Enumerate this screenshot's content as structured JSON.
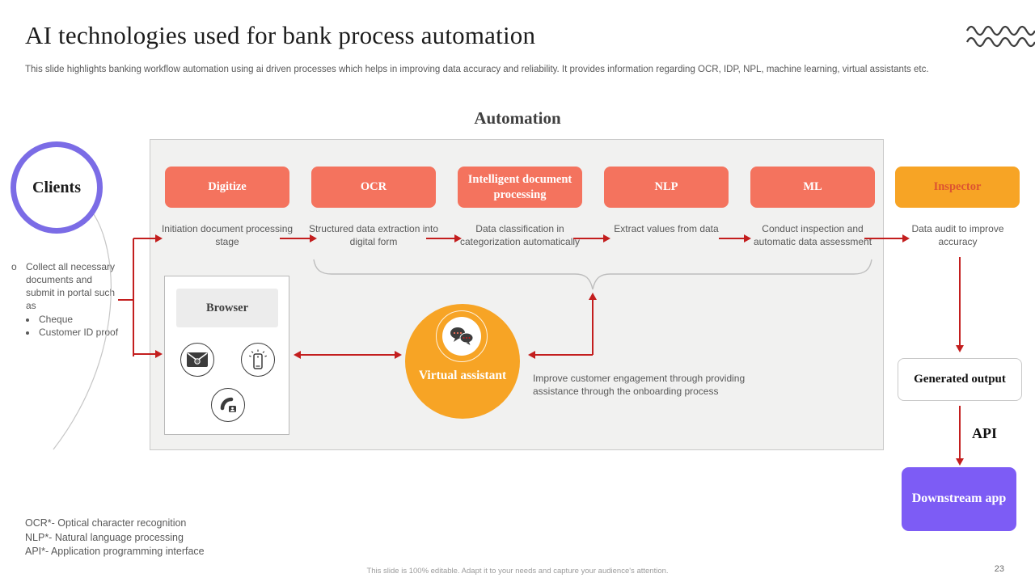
{
  "slide": {
    "title": "AI technologies used for bank process automation",
    "subtitle": "This slide highlights banking workflow automation using ai driven processes which helps in improving data accuracy and reliability. It provides information regarding OCR, IDP, NPL, machine learning, virtual assistants etc.",
    "footer": "This slide is 100% editable.  Adapt it to your needs and capture your audience's attention.",
    "page_number": "23"
  },
  "diagram": {
    "heading": "Automation",
    "clients": {
      "label": "Clients",
      "note": "Collect all necessary documents and submit in portal such as",
      "note_items": [
        "Cheque",
        "Customer ID proof"
      ]
    },
    "stages": [
      {
        "label": "Digitize",
        "description": "Initiation document processing stage",
        "color": "#f4735e"
      },
      {
        "label": "OCR",
        "description": "Structured data extraction into digital form",
        "color": "#f4735e"
      },
      {
        "label": "Intelligent document processing",
        "description": "Data classification in categorization automatically",
        "color": "#f4735e"
      },
      {
        "label": "NLP",
        "description": "Extract values from data",
        "color": "#f4735e"
      },
      {
        "label": "ML",
        "description": "Conduct inspection and automatic data assessment",
        "color": "#f4735e"
      }
    ],
    "inspector": {
      "label": "Inspector",
      "description": "Data audit to improve  accuracy",
      "color": "#f7a425"
    },
    "browser": {
      "label": "Browser",
      "icons": [
        "email-icon",
        "mobile-notification-icon",
        "phone-contact-icon"
      ]
    },
    "virtual_assistant": {
      "label": "Virtual assistant",
      "caption": "Improve  customer engagement  through  providing assistance through  the onboarding  process",
      "color": "#f7a425"
    },
    "generated_output": {
      "label": "Generated output"
    },
    "api_label": "API",
    "downstream_app": {
      "label": "Downstream app",
      "color": "#7d5cf5"
    }
  },
  "footnotes": [
    "OCR*- Optical character recognition",
    "NLP*- Natural language  processing",
    "API*- Application  programming interface"
  ],
  "colors": {
    "stage_fill": "#f4735e",
    "accent_orange": "#f7a425",
    "accent_purple": "#7d5cf5",
    "clients_ring": "#7b6ce6",
    "arrow_red": "#c31e1e",
    "panel_gray": "#f1f1f0",
    "text_gray": "#595959"
  }
}
